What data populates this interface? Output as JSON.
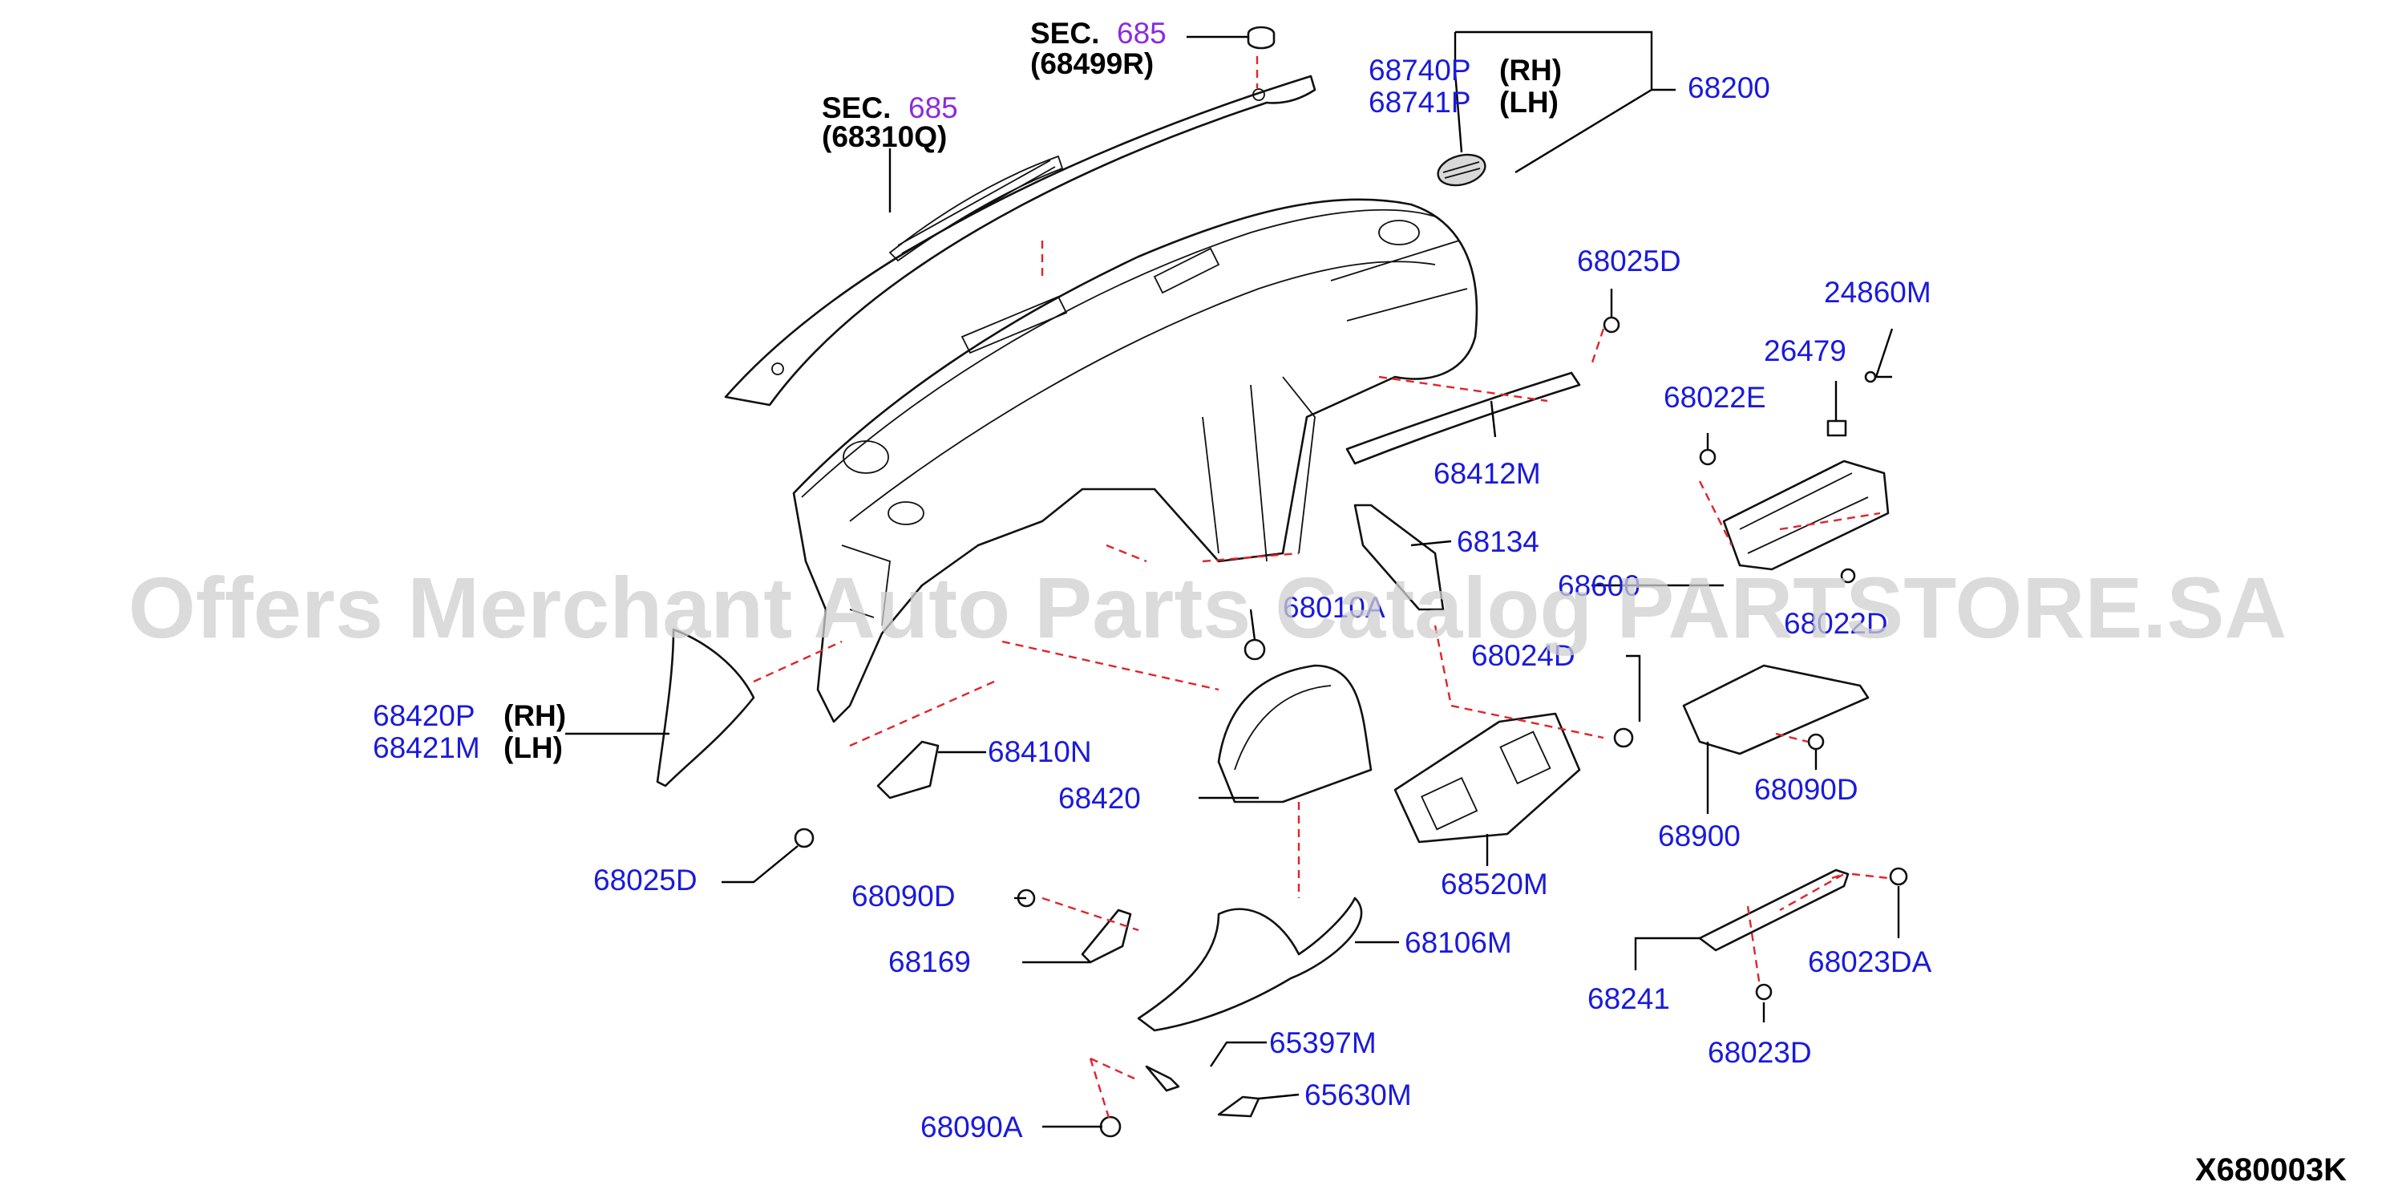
{
  "diagram": {
    "watermark": "Offers Merchant Auto Parts Catalog PARTSTORE.SA",
    "drawing_code": "X680003K",
    "labels": {
      "sec_label_a": "SEC.",
      "sec_num_a": "685",
      "sec_ref_a": "(68499R)",
      "sec_label_b": "SEC.",
      "sec_num_b": "685",
      "sec_ref_b": "(68310Q)",
      "p68740P": "68740P",
      "rh_1": "(RH)",
      "p68741P": "68741P",
      "lh_1": "(LH)",
      "p68200": "68200",
      "p68025D_top": "68025D",
      "p24860M": "24860M",
      "p26479": "26479",
      "p68022E": "68022E",
      "p68412M": "68412M",
      "p68134": "68134",
      "p68600": "68600",
      "p68022D": "68022D",
      "p68010A": "68010A",
      "p68024D": "68024D",
      "p68420P": "68420P",
      "rh_2": "(RH)",
      "p68421M": "68421M",
      "lh_2": "(LH)",
      "p68410N": "68410N",
      "p68420": "68420",
      "p68090D_right": "68090D",
      "p68900": "68900",
      "p68025D_left": "68025D",
      "p68520M": "68520M",
      "p68090D_left": "68090D",
      "p68106M": "68106M",
      "p68169": "68169",
      "p68023DA": "68023DA",
      "p68241": "68241",
      "p65397M": "65397M",
      "p68023D": "68023D",
      "p65630M": "65630M",
      "p68090A": "68090A"
    }
  }
}
